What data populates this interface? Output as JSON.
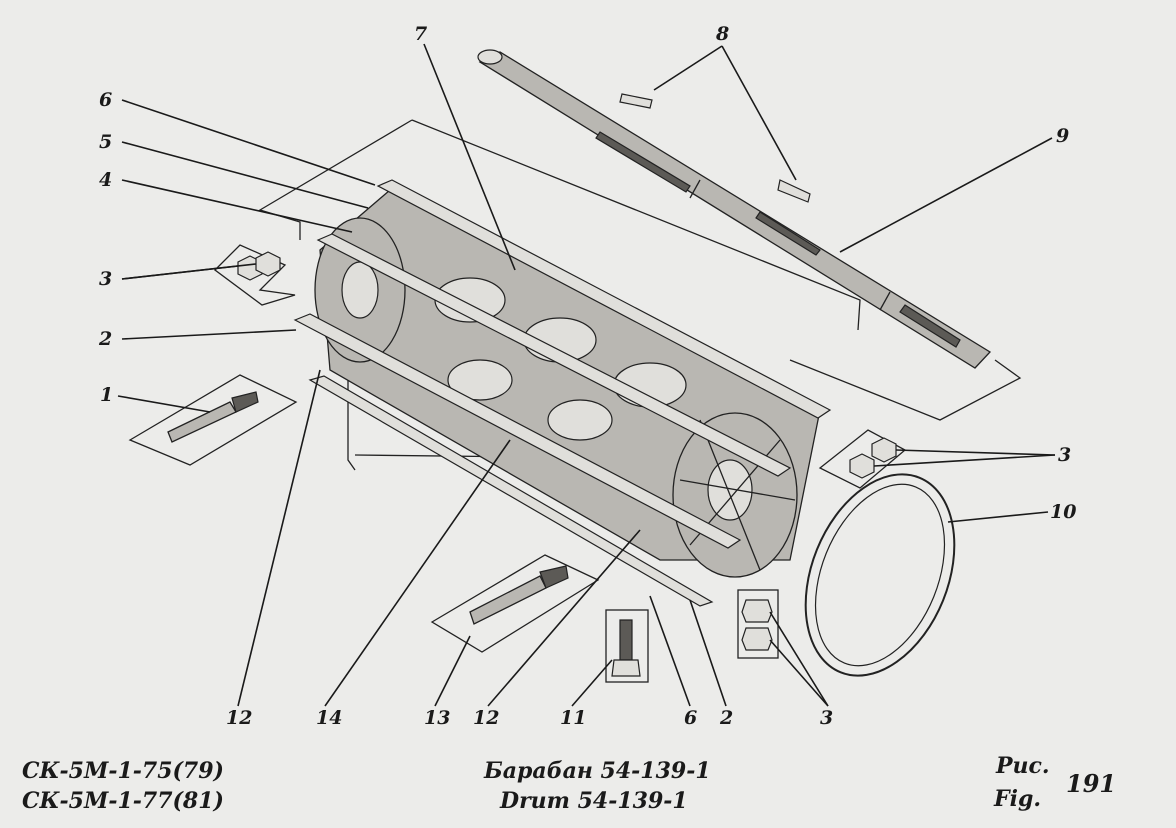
{
  "diagram": {
    "callouts": [
      {
        "id": "c7",
        "label": "7"
      },
      {
        "id": "c8",
        "label": "8"
      },
      {
        "id": "c9",
        "label": "9"
      },
      {
        "id": "c6a",
        "label": "6"
      },
      {
        "id": "c5",
        "label": "5"
      },
      {
        "id": "c4",
        "label": "4"
      },
      {
        "id": "c3a",
        "label": "3"
      },
      {
        "id": "c2a",
        "label": "2"
      },
      {
        "id": "c1",
        "label": "1"
      },
      {
        "id": "c3b",
        "label": "3"
      },
      {
        "id": "c10",
        "label": "10"
      },
      {
        "id": "c12a",
        "label": "12"
      },
      {
        "id": "c14",
        "label": "14"
      },
      {
        "id": "c13",
        "label": "13"
      },
      {
        "id": "c12b",
        "label": "12"
      },
      {
        "id": "c11",
        "label": "11"
      },
      {
        "id": "c6b",
        "label": "6"
      },
      {
        "id": "c2b",
        "label": "2"
      },
      {
        "id": "c3c",
        "label": "3"
      }
    ]
  },
  "footer": {
    "model_line1": "СК-5М-1-75(79)",
    "model_line2": "СК-5М-1-77(81)",
    "title_ru": "Барабан 54-139-1",
    "title_en": "Drum 54-139-1",
    "fig_ru": "Рис.",
    "fig_en": "Fig.",
    "fig_number": "191"
  }
}
